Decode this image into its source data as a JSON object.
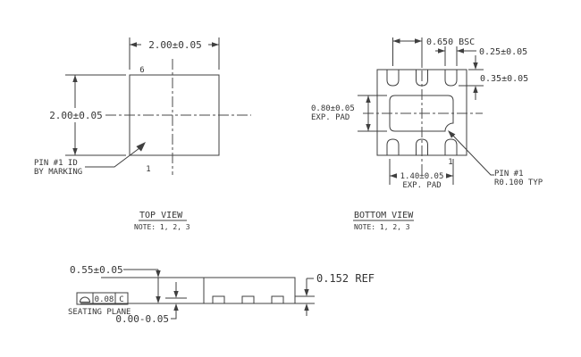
{
  "drawing": {
    "colors": {
      "line": "#3f3f3f",
      "background": "#ffffff"
    },
    "top_view": {
      "title": "TOP VIEW",
      "note": "NOTE: 1, 2, 3",
      "dim_width": "2.00±0.05",
      "dim_height": "2.00±0.05",
      "pin6_label": "6",
      "pin1_label": "1",
      "pin1_id_line1": "PIN #1 ID",
      "pin1_id_line2": "BY MARKING"
    },
    "bottom_view": {
      "title": "BOTTOM VIEW",
      "note": "NOTE: 1, 2, 3",
      "dim_pitch": "0.650 BSC",
      "dim_pad_width": "0.25±0.05",
      "dim_pad_length": "0.35±0.05",
      "dim_epad_height_line1": "0.80±0.05",
      "dim_epad_height_line2": "EXP. PAD",
      "dim_epad_width_line1": "1.40±0.05",
      "dim_epad_width_line2": "EXP. PAD",
      "pin1_label": "1",
      "pin1_callout_line1": "PIN #1",
      "pin1_callout_line2": "R0.100 TYP"
    },
    "side_view": {
      "dim_body_height": "0.55±0.05",
      "dim_lead_thickness": "0.152 REF",
      "dim_standoff": "0.00-0.05",
      "seating_plane_label": "SEATING PLANE",
      "fcf_tolerance": "0.08",
      "fcf_datum": "C"
    }
  }
}
